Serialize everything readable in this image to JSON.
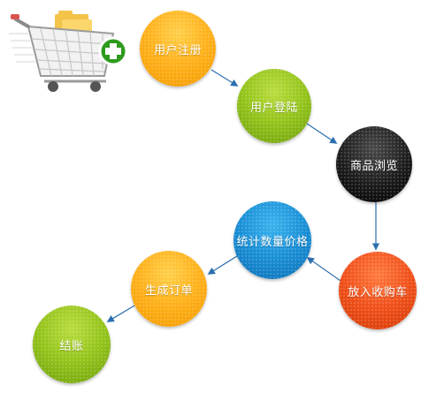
{
  "diagram": {
    "steps": [
      {
        "label": "用户注册"
      },
      {
        "label": "用户登陆"
      },
      {
        "label": "商品浏览"
      },
      {
        "label": "放入收购车"
      },
      {
        "label": "统计数量价格"
      },
      {
        "label": "生成订单"
      },
      {
        "label": "结账"
      }
    ]
  },
  "colors": {
    "arrow": "#2c6fb0",
    "orange": "#ffb21c",
    "green": "#93c31a",
    "black": "#1c1c1c",
    "blue": "#1a8fd6",
    "red": "#f0501a"
  },
  "icons": [
    "shopping-cart-icon",
    "plus-badge-icon"
  ]
}
